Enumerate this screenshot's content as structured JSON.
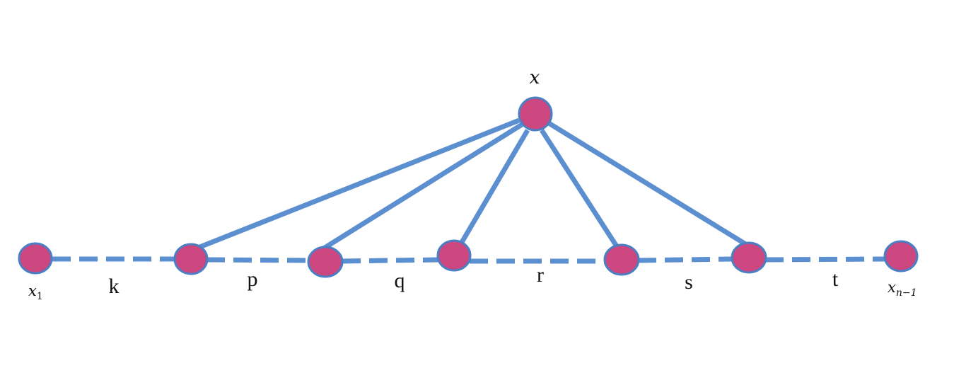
{
  "hub": {
    "label": "x"
  },
  "path_nodes": [
    {
      "label": "x",
      "subscript": "1"
    },
    {
      "label": ""
    },
    {
      "label": ""
    },
    {
      "label": ""
    },
    {
      "label": ""
    },
    {
      "label": ""
    },
    {
      "label": "x",
      "subscript": "n−1"
    }
  ],
  "segment_labels": [
    "k",
    "p",
    "q",
    "r",
    "s",
    "t"
  ],
  "colors": {
    "node_fill": "#cc4680",
    "node_stroke": "#4a7fc4",
    "edge": "#5b8fcf",
    "text": "#111111"
  }
}
